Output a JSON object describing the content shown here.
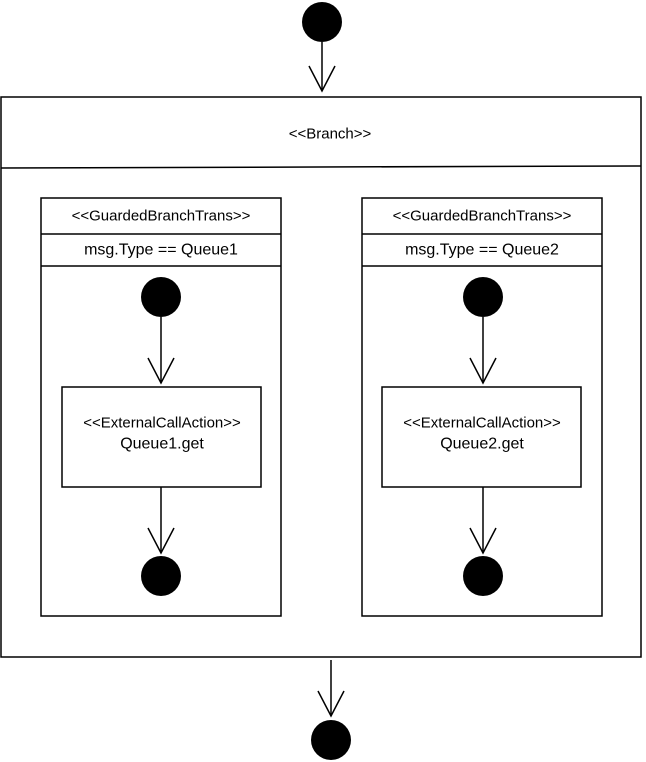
{
  "colors": {
    "stroke": "#000000",
    "fill": "#ffffff",
    "node": "#000000"
  },
  "branch": {
    "stereotype": "<<Branch>>"
  },
  "transitions": [
    {
      "stereotype": "<<GuardedBranchTrans>>",
      "guard": "msg.Type == Queue1",
      "action": {
        "stereotype": "<<ExternalCallAction>>",
        "name": "Queue1.get"
      }
    },
    {
      "stereotype": "<<GuardedBranchTrans>>",
      "guard": "msg.Type == Queue2",
      "action": {
        "stereotype": "<<ExternalCallAction>>",
        "name": "Queue2.get"
      }
    }
  ]
}
